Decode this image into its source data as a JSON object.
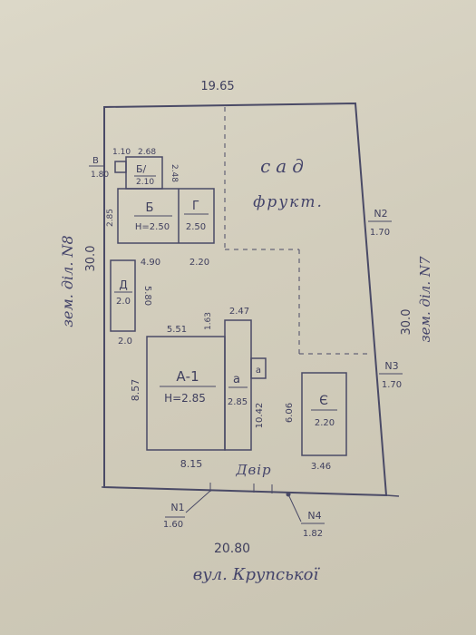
{
  "colors": {
    "paper": "#d6d2c2",
    "ink": "#4a4a66"
  },
  "plot": {
    "top_width": "19.65",
    "bottom_width": "20.80",
    "left_side": "30.0",
    "right_side": "30.0",
    "street": "вул. Крупської",
    "left_neighbor": "зем. діл. N8",
    "right_neighbor": "зем. діл. N7"
  },
  "corners": {
    "n1": {
      "label": "N1",
      "value": "1.60"
    },
    "n2": {
      "label": "N2",
      "value": "1.70"
    },
    "n3": {
      "label": "N3",
      "value": "1.70"
    },
    "n4": {
      "label": "N4",
      "value": "1.82"
    }
  },
  "areas": {
    "garden_line1": "сад",
    "garden_line2": "фрукт.",
    "yard": "Двір"
  },
  "buildings": {
    "v": {
      "letter": "В",
      "dim_width": "1.10",
      "dim_height": "1.80"
    },
    "b1": {
      "letter": "Б/",
      "value": "2.10",
      "dim_top": "2.68",
      "dim_side": "2.48"
    },
    "b": {
      "letter": "Б",
      "height": "Н=2.50",
      "dim_width": "4.90",
      "dim_side": "2.85"
    },
    "g": {
      "letter": "Г",
      "value": "2.50",
      "dim_width": "2.20"
    },
    "d": {
      "letter": "Д",
      "value": "2.0",
      "dim_height": "5.80",
      "dim_width": "2.0"
    },
    "a1": {
      "letter": "А-1",
      "height": "Н=2.85",
      "dim_top": "5.51",
      "dim_side": "8.57",
      "dim_bottom": "8.15"
    },
    "a": {
      "letter": "а",
      "value": "2.85",
      "dim_top": "2.47",
      "dim_side": "1.63",
      "dim_length": "10.42"
    },
    "a_small": {
      "letter": "а"
    },
    "e": {
      "letter": "Є",
      "value": "2.20",
      "dim_side": "6.06",
      "dim_bottom": "3.46"
    }
  }
}
